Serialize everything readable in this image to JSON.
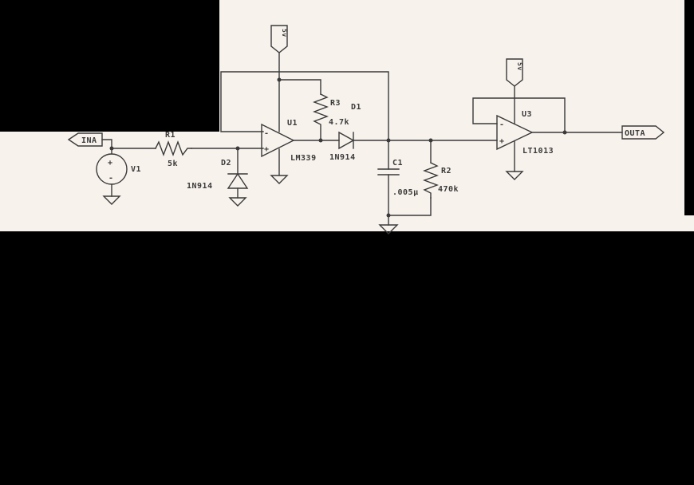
{
  "colors": {
    "background": "#000000",
    "paper": "#f7f2ec",
    "ink": "#3a3a3a"
  },
  "supply_label": "5v",
  "ports": {
    "input": "INA",
    "output": "OUTA"
  },
  "source": {
    "ref": "V1"
  },
  "resistors": [
    {
      "ref": "R1",
      "value": "5k"
    },
    {
      "ref": "R3",
      "value": "4.7k"
    },
    {
      "ref": "R2",
      "value": "470k"
    }
  ],
  "diodes": [
    {
      "ref": "D1",
      "part": "1N914"
    },
    {
      "ref": "D2",
      "part": "1N914"
    }
  ],
  "capacitor": {
    "ref": "C1",
    "value": ".005µ"
  },
  "opamps": [
    {
      "ref": "U1",
      "part": "LM339"
    },
    {
      "ref": "U3",
      "part": "LT1013"
    }
  ],
  "pin_signs": {
    "plus": "+",
    "minus": "-"
  }
}
